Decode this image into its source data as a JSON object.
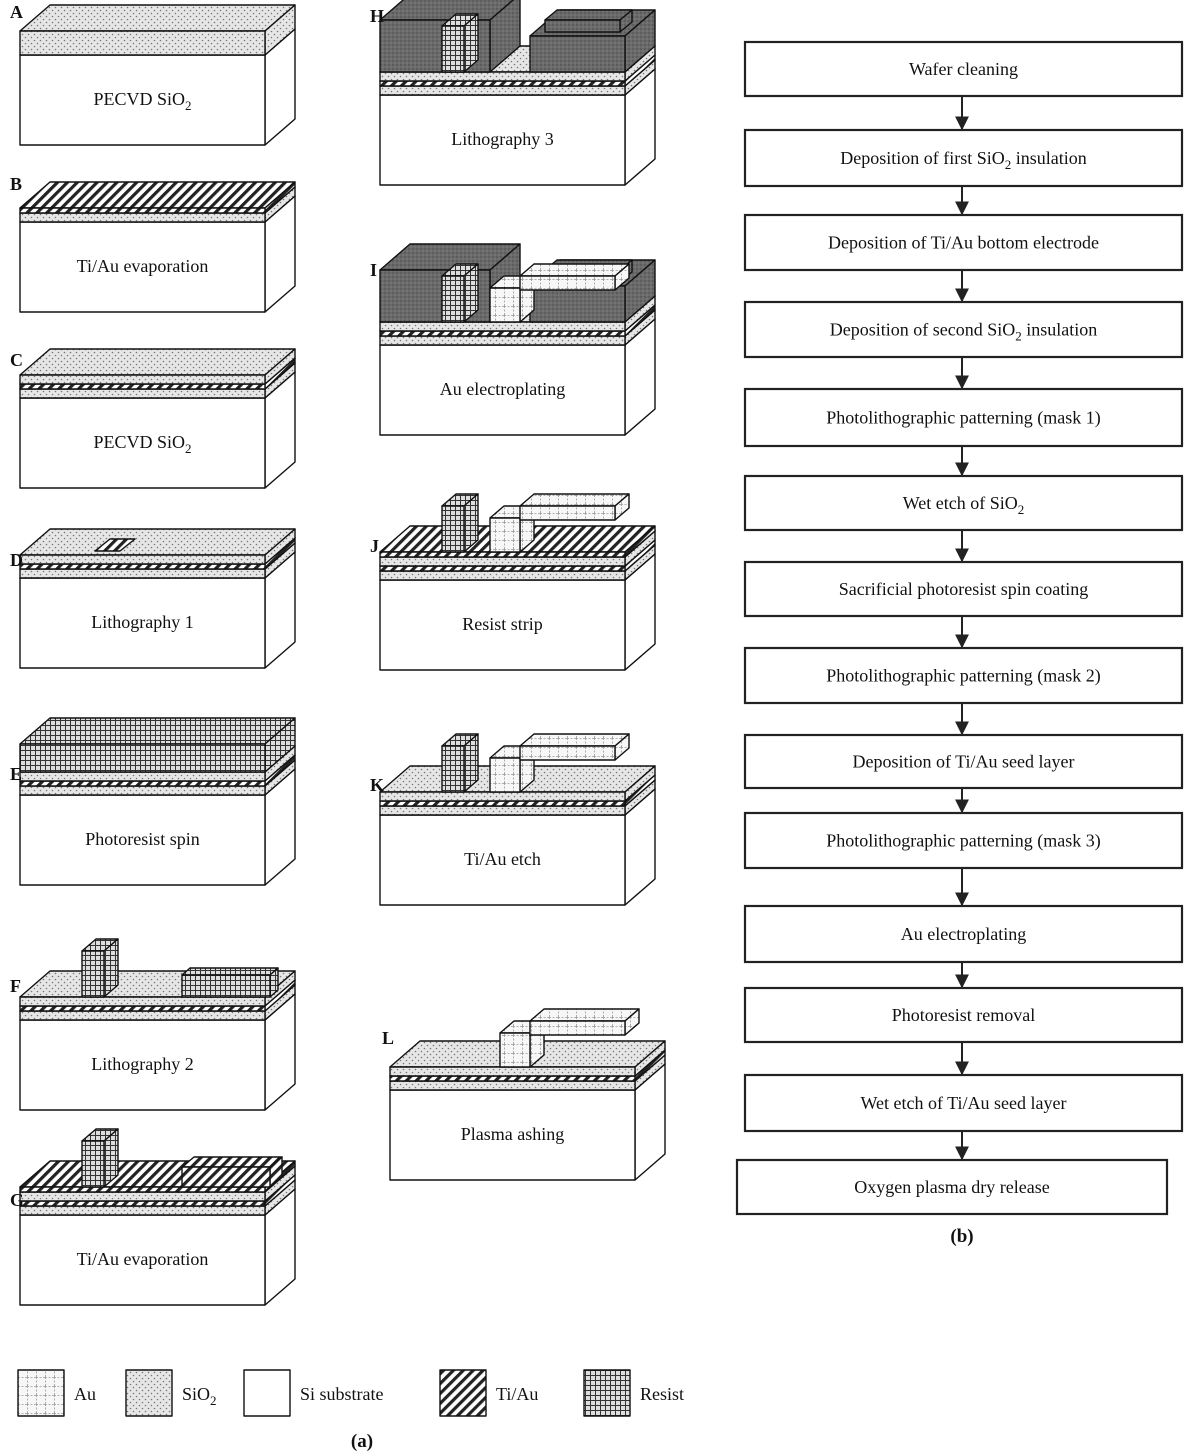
{
  "panel_a": {
    "caption": "(a)",
    "steps": [
      {
        "letter": "A",
        "label": "PECVD SiO",
        "sub": "2",
        "layers": [
          "sio2"
        ],
        "features": []
      },
      {
        "letter": "B",
        "label": "Ti/Au evaporation",
        "sub": "",
        "layers": [
          "sio2",
          "tiau"
        ],
        "features": []
      },
      {
        "letter": "C",
        "label": "PECVD SiO",
        "sub": "2",
        "layers": [
          "sio2",
          "tiau",
          "sio2"
        ],
        "features": []
      },
      {
        "letter": "D",
        "label": "Lithography 1",
        "sub": "",
        "layers": [
          "sio2",
          "tiau",
          "sio2"
        ],
        "features": [
          "via"
        ]
      },
      {
        "letter": "E",
        "label": "Photoresist spin",
        "sub": "",
        "layers": [
          "sio2",
          "tiau",
          "sio2",
          "resist_thick"
        ],
        "features": []
      },
      {
        "letter": "F",
        "label": "Lithography 2",
        "sub": "",
        "layers": [
          "sio2",
          "tiau",
          "sio2"
        ],
        "features": [
          "post_resist",
          "pad_resist"
        ]
      },
      {
        "letter": "G",
        "label": "Ti/Au evaporation",
        "sub": "",
        "layers": [
          "sio2",
          "tiau",
          "sio2",
          "tiau"
        ],
        "features": [
          "post_resist",
          "pad_tiau"
        ]
      },
      {
        "letter": "H",
        "label": "Lithography 3",
        "sub": "",
        "layers": [
          "sio2",
          "tiau",
          "sio2"
        ],
        "features": [
          "blocks",
          "post_resist"
        ]
      },
      {
        "letter": "I",
        "label": "Au electroplating",
        "sub": "",
        "layers": [
          "sio2",
          "tiau",
          "sio2"
        ],
        "features": [
          "blocks",
          "post_resist",
          "bridge_au"
        ]
      },
      {
        "letter": "J",
        "label": "Resist strip",
        "sub": "",
        "layers": [
          "sio2",
          "tiau",
          "sio2",
          "tiau"
        ],
        "features": [
          "post_resist",
          "bridge_au"
        ]
      },
      {
        "letter": "K",
        "label": "Ti/Au etch",
        "sub": "",
        "layers": [
          "sio2",
          "tiau",
          "sio2"
        ],
        "features": [
          "post_resist",
          "bridge_au"
        ]
      },
      {
        "letter": "L",
        "label": "Plasma ashing",
        "sub": "",
        "layers": [
          "sio2",
          "tiau",
          "sio2"
        ],
        "features": [
          "bridge_au"
        ]
      }
    ],
    "legend": [
      {
        "pattern": "au",
        "label": "Au",
        "sub": ""
      },
      {
        "pattern": "sio2",
        "label": "SiO",
        "sub": "2"
      },
      {
        "pattern": "si",
        "label": "Si substrate",
        "sub": ""
      },
      {
        "pattern": "tiau",
        "label": "Ti/Au",
        "sub": ""
      },
      {
        "pattern": "resist",
        "label": "Resist",
        "sub": ""
      }
    ]
  },
  "panel_b": {
    "caption": "(b)",
    "steps": [
      {
        "pre": "Wafer cleaning",
        "sub": "",
        "post": ""
      },
      {
        "pre": "Deposition of first SiO",
        "sub": "2",
        "post": " insulation"
      },
      {
        "pre": "Deposition of Ti/Au bottom electrode",
        "sub": "",
        "post": ""
      },
      {
        "pre": "Deposition of second SiO",
        "sub": "2",
        "post": " insulation"
      },
      {
        "pre": "Photolithographic patterning (mask 1)",
        "sub": "",
        "post": ""
      },
      {
        "pre": "Wet etch of SiO",
        "sub": "2",
        "post": ""
      },
      {
        "pre": "Sacrificial photoresist spin coating",
        "sub": "",
        "post": ""
      },
      {
        "pre": "Photolithographic patterning (mask 2)",
        "sub": "",
        "post": ""
      },
      {
        "pre": "Deposition of Ti/Au seed layer",
        "sub": "",
        "post": ""
      },
      {
        "pre": "Photolithographic patterning (mask 3)",
        "sub": "",
        "post": ""
      },
      {
        "pre": "Au electroplating",
        "sub": "",
        "post": ""
      },
      {
        "pre": "Photoresist removal",
        "sub": "",
        "post": ""
      },
      {
        "pre": "Wet etch of Ti/Au seed layer",
        "sub": "",
        "post": ""
      },
      {
        "pre": "Oxygen plasma dry release",
        "sub": "",
        "post": ""
      }
    ]
  }
}
